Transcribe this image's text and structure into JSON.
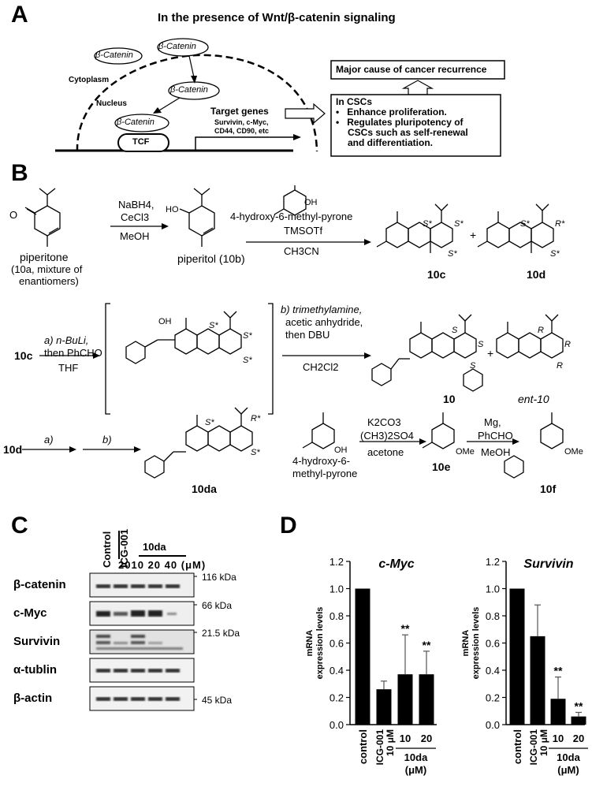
{
  "panelA": {
    "label": "A",
    "title": "In the presence of Wnt/β-catenin signaling",
    "bcat": "β-Catenin",
    "cytoplasm": "Cytoplasm",
    "nucleus": "Nucleus",
    "tcf": "TCF",
    "target_title": "Target genes",
    "target_line1": "Survivin, c-Myc,",
    "target_line2": "CD44, CD90, etc",
    "cause": "Major cause of cancer recurrence",
    "csc_title": "In CSCs",
    "bullet1": "Enhance proliferation.",
    "bullet2a": "Regulates pluripotency of",
    "bullet2b": "CSCs such as self-renewal",
    "bullet2c": "and differentiation."
  },
  "panelB": {
    "label": "B",
    "r1_reagent1": "NaBH4,",
    "r1_reagent2": "CeCl3",
    "r1_solvent": "MeOH",
    "piperitone": "piperitone",
    "piperitone_note1": "(10a, mixture of",
    "piperitone_note2": "enantiomers)",
    "piperitol": "piperitol (10b)",
    "pyrone_reagent": "4-hydroxy-6-methyl-pyrone",
    "tmsotf": "TMSOTf",
    "ch3cn": "CH3CN",
    "c10c": "10c",
    "c10d": "10d",
    "r2_start": "10c",
    "r2_a1": "a) n-BuLi,",
    "r2_a2": "then PhCHO",
    "r2_thf": "THF",
    "r2_b1": "b) trimethylamine,",
    "r2_b2": "acetic anhydride,",
    "r2_b3": "then DBU",
    "r2_ch2cl2": "CH2Cl2",
    "c10": "10",
    "cent10": "ent-10",
    "r3_start": "10d",
    "r3_a": "a)",
    "r3_b": "b)",
    "c10da": "10da",
    "pyrone_name1": "4-hydroxy-6-",
    "pyrone_name2": "methyl-pyrone",
    "k2co3": "K2CO3",
    "me2so4": "(CH3)2SO4",
    "acetone": "acetone",
    "c10e": "10e",
    "mg": "Mg,",
    "phcho": "PhCHO",
    "meoh": "MeOH",
    "c10f": "10f",
    "ome": "OMe",
    "oh": "OH",
    "ho": "HO",
    "o": "O",
    "s_star": "S*",
    "r_star": "R*",
    "s": "S",
    "r": "R"
  },
  "panelC": {
    "label": "C",
    "col_control": "Control",
    "col_icg": "ICG-001",
    "group_10da": "10da",
    "conc": [
      "20",
      "10",
      "20",
      "40"
    ],
    "unit": "(μM)",
    "rows": [
      {
        "label": "β-catenin",
        "marker": "116 kDa"
      },
      {
        "label": "c-Myc",
        "marker": "66 kDa"
      },
      {
        "label": "Survivin",
        "marker": "21.5 kDa"
      },
      {
        "label": "α-tublin",
        "marker": ""
      },
      {
        "label": "β-actin",
        "marker": "45 kDa"
      }
    ]
  },
  "panelD": {
    "label": "D",
    "ylabel1": "mRNA",
    "ylabel2": "expression levels",
    "group_label": "10da",
    "group_unit": "(μM)",
    "icg_conc": "10 μM"
  },
  "chart_data": [
    {
      "type": "bar",
      "title": "c-Myc",
      "ylabel": "mRNA expression levels",
      "categories": [
        "control",
        "ICG-001 10 μM",
        "10",
        "20"
      ],
      "values": [
        1.0,
        0.26,
        0.37,
        0.37
      ],
      "errors": [
        0,
        0.06,
        0.29,
        0.17
      ],
      "significance": [
        "",
        "",
        "**",
        "**"
      ],
      "ylim": [
        0,
        1.2
      ],
      "yticks": [
        "0.0",
        "0.2",
        "0.4",
        "0.6",
        "0.8",
        "1.0",
        "1.2"
      ],
      "color": "#000000"
    },
    {
      "type": "bar",
      "title": "Survivin",
      "ylabel": "mRNA expression levels",
      "categories": [
        "control",
        "ICG-001 10 μM",
        "10",
        "20"
      ],
      "values": [
        1.0,
        0.65,
        0.19,
        0.06
      ],
      "errors": [
        0,
        0.23,
        0.16,
        0.03
      ],
      "significance": [
        "",
        "",
        "**",
        "**"
      ],
      "ylim": [
        0,
        1.2
      ],
      "yticks": [
        "0.0",
        "0.2",
        "0.4",
        "0.6",
        "0.8",
        "1.0",
        "1.2"
      ],
      "color": "#000000"
    }
  ]
}
